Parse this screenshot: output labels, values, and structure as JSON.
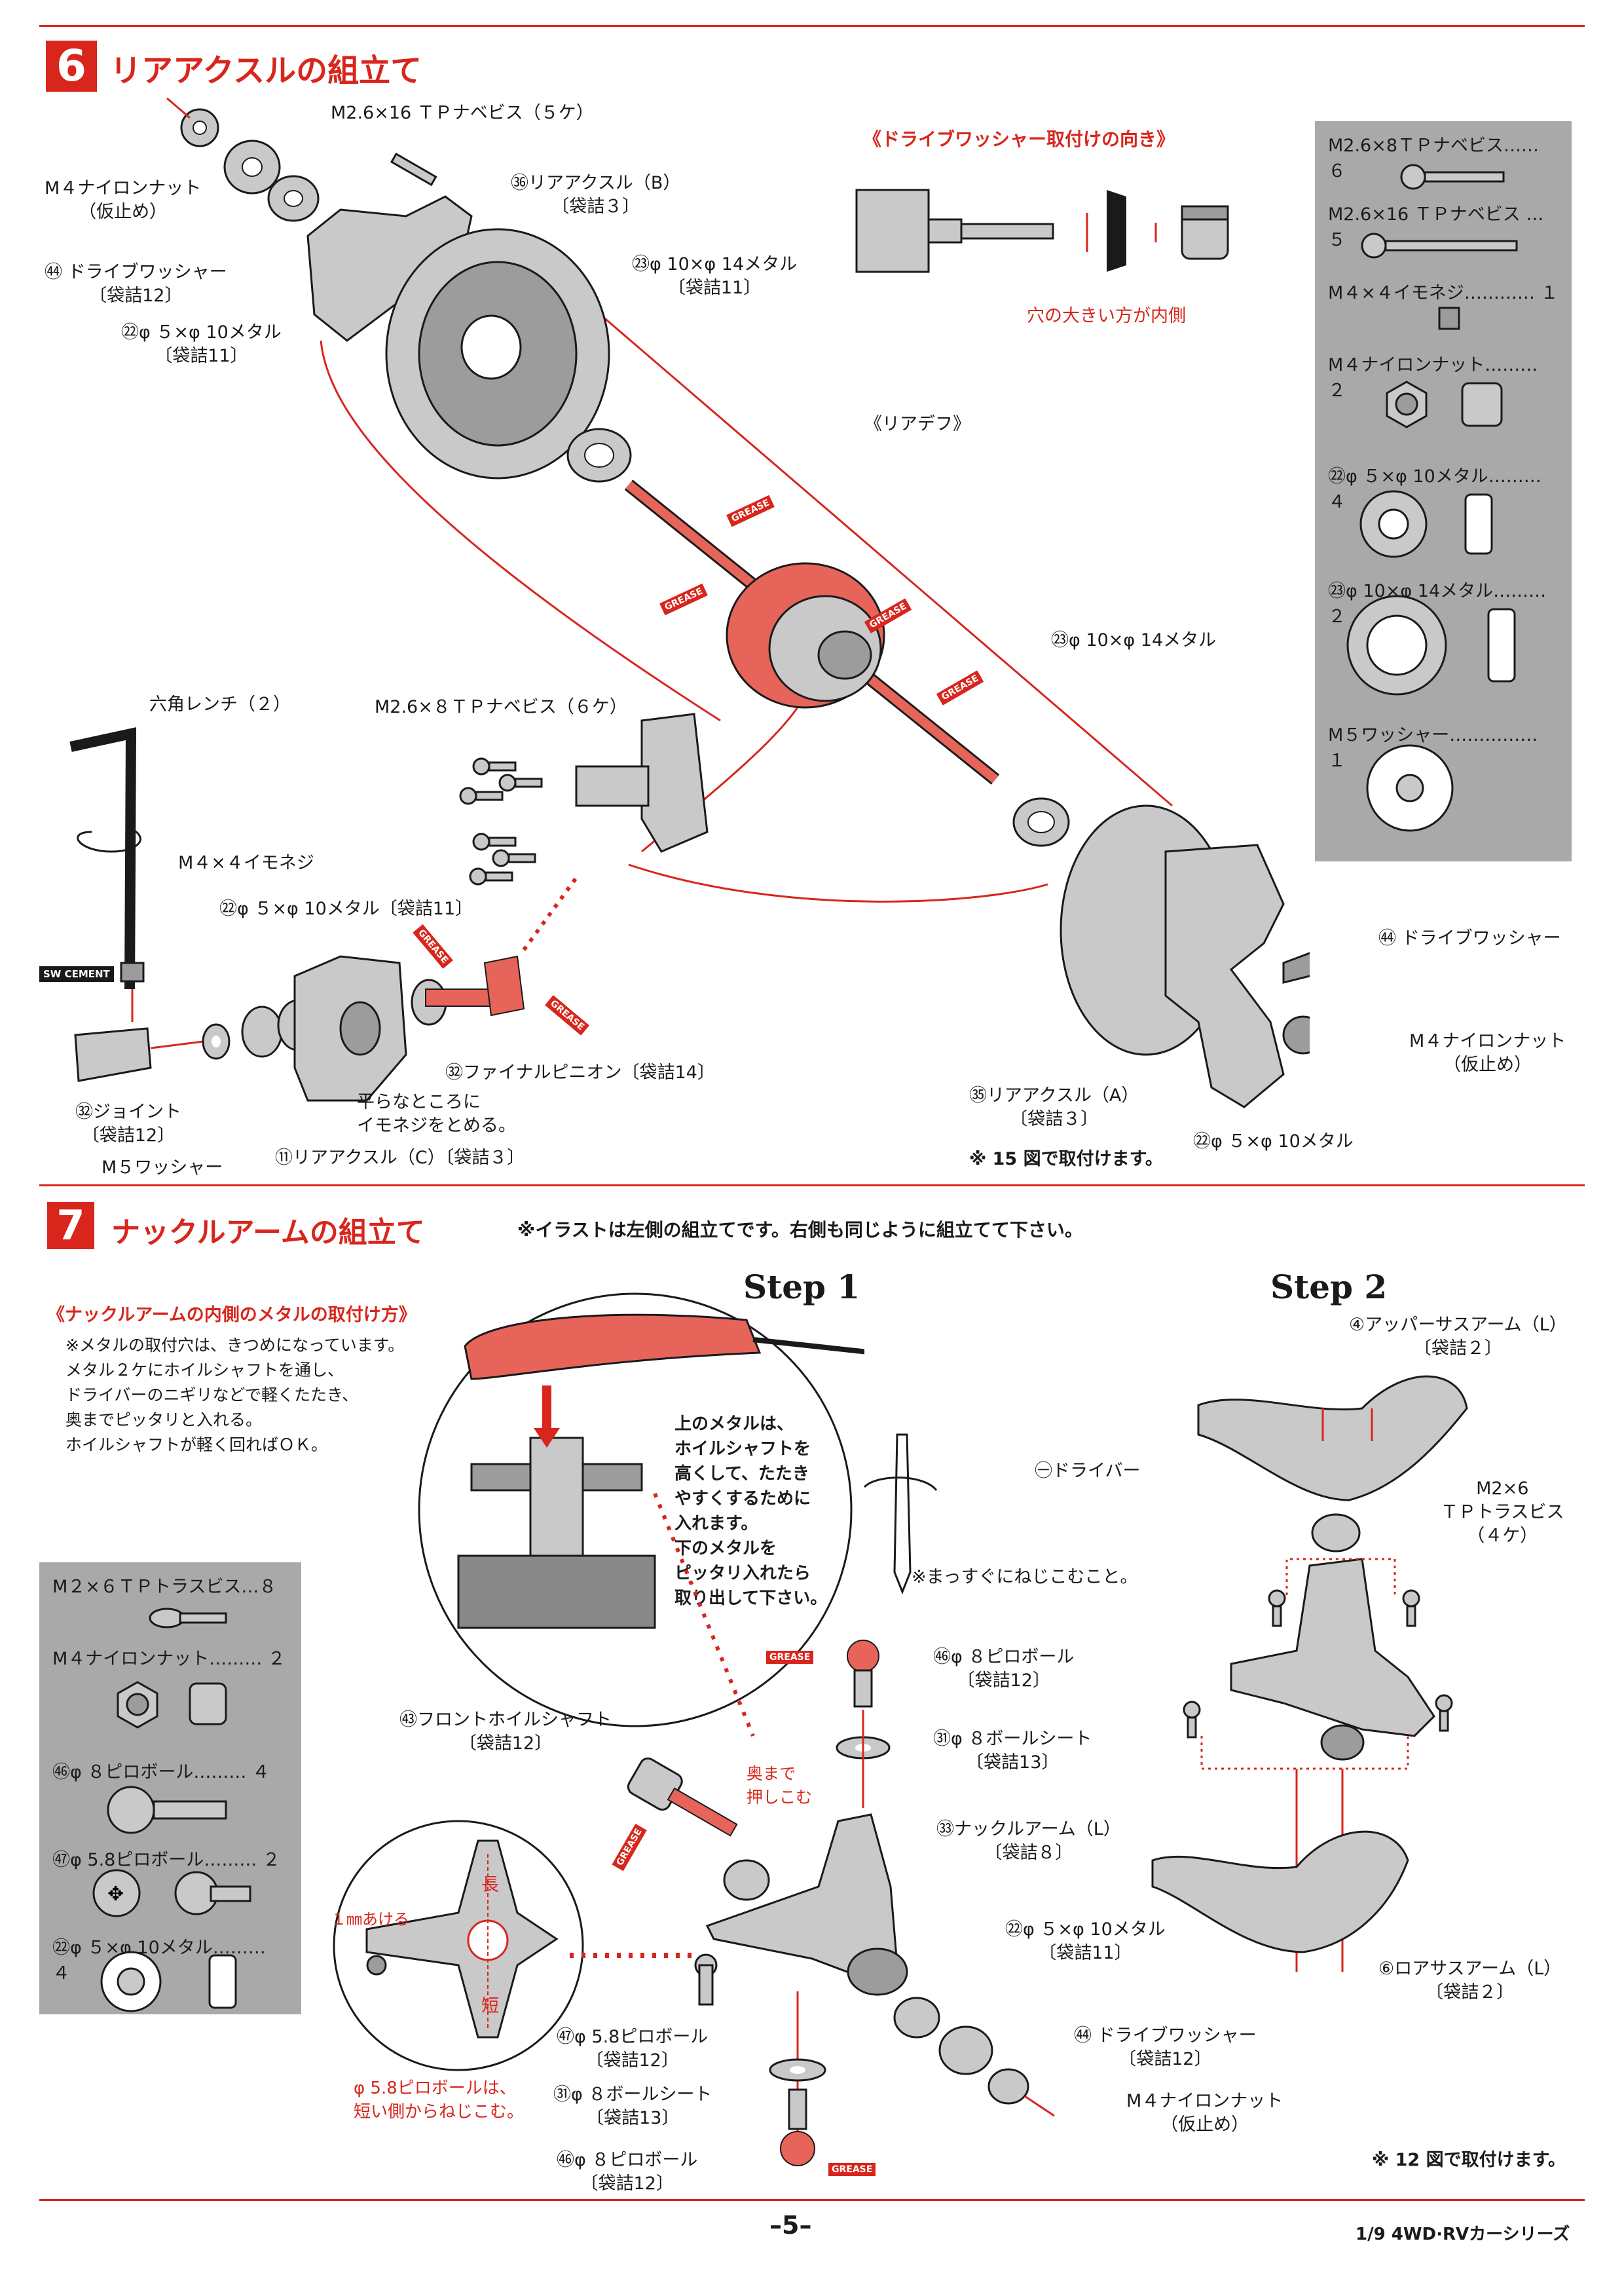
{
  "section6": {
    "number": "6",
    "title": "リアアクスルの組立て",
    "washer_note": {
      "title": "《ドライブワッシャー取付けの向き》",
      "caption": "穴の大きい方が内側"
    },
    "labels": {
      "m4_nut": "M４ナイロンナット",
      "m4_nut_sub": "（仮止め）",
      "drive_washer": "㊹ ドライブワッシャー",
      "drive_washer_sub": "〔袋詰12〕",
      "metal_72": "㉒φ ５×φ 10メタル",
      "metal_72_sub": "〔袋詰11〕",
      "screw_m26x16": "M2.6×16 ＴＰナベビス（５ケ）",
      "axle_b": "㊱リアアクスル（B）",
      "axle_b_sub": "〔袋詰３〕",
      "metal_73": "㉓φ 10×φ 14メタル",
      "metal_73_sub": "〔袋詰11〕",
      "rear_diff": "《リアデフ》",
      "metal_73_b": "㉓φ 10×φ 14メタル",
      "hex_wrench": "六角レンチ（２）",
      "screw_m26x8": "M2.6×８ＴＰナベビス（６ケ）",
      "set_screw": "M４×４イモネジ",
      "metal_72_b": "㉒φ ５×φ 10メタル〔袋詰11〕",
      "final_pinion": "㉜ファイナルピニオン〔袋詰14〕",
      "flat_note": "平らなところに\nイモネジをとめる。",
      "joint": "㉜ジョイント",
      "joint_sub": "〔袋詰12〕",
      "m5_washer": "M５ワッシャー",
      "axle_c": "⑪リアアクスル（C）〔袋詰３〕",
      "axle_a": "㉟リアアクスル（A）",
      "axle_a_sub": "〔袋詰３〕",
      "metal_72_c": "㉒φ ５×φ 10メタル",
      "drive_washer_b": "㊹ ドライブワッシャー",
      "m4_nut_b": "M４ナイロンナット",
      "m4_nut_b_sub": "（仮止め）",
      "attach_note": "※ 15 図で取付けます。",
      "sw_cement": "SW CEMENT"
    },
    "panel": [
      "M2.6×8ＴＰナベビス…… ６",
      "M2.6×16 ＴＰナベビス …５",
      "M４×４イモネジ………… １",
      "M４ナイロンナット……… ２",
      "㉒φ ５×φ 10メタル……… ４",
      "㉓φ 10×φ 14メタル……… ２",
      "M５ワッシャー…………… １"
    ]
  },
  "section7": {
    "number": "7",
    "title": "ナックルアームの組立て",
    "note": "※イラストは左側の組立てです。右側も同じように組立てて下さい。",
    "step1": "Step 1",
    "step2": "Step 2",
    "metal_guide": {
      "title": "《ナックルアームの内側のメタルの取付け方》",
      "text": "※メタルの取付穴は、きつめになっています。\nメタル２ケにホイルシャフトを通し、\nドライバーのニギリなどで軽くたたき、\n奥までピッタリと入れる。\nホイルシャフトが軽く回ればＯＫ。"
    },
    "circle_note": "上のメタルは、\nホイルシャフトを\n高くして、たたき\nやすくするために\n入れます。\n下のメタルを\nピッタリ入れたら\n取り出して下さい。",
    "labels": {
      "driver": "㊀ドライバー",
      "straight_note": "※まっすぐにねじこむこと。",
      "pillow_56": "㊻φ ８ピロボール",
      "pillow_56_sub": "〔袋詰12〕",
      "ball_seat_71": "㉛φ ８ボールシート",
      "ball_seat_71_sub": "〔袋詰13〕",
      "press_note": "奥まで\n押しこむ",
      "front_shaft": "㊸フロントホイルシャフト",
      "front_shaft_sub": "〔袋詰12〕",
      "knuckle": "㉝ナックルアーム（L）",
      "knuckle_sub": "〔袋詰８〕",
      "metal_72": "㉒φ ５×φ 10メタル",
      "metal_72_sub": "〔袋詰11〕",
      "drive_washer": "㊹ ドライブワッシャー",
      "drive_washer_sub": "〔袋詰12〕",
      "m4_nut": "M４ナイロンナット",
      "m4_nut_sub": "（仮止め）",
      "pillow_57": "㊼φ 5.8ピロボール",
      "pillow_57_sub": "〔袋詰12〕",
      "ball_seat_71_b": "㉛φ ８ボールシート",
      "ball_seat_71_b_sub": "〔袋詰13〕",
      "pillow_56_b": "㊻φ ８ピロボール",
      "pillow_56_b_sub": "〔袋詰12〕",
      "gap_note": "１㎜あける",
      "long": "長",
      "short": "短",
      "pillow_note": "φ 5.8ピロボールは、\n短い側からねじこむ。",
      "upper_arm": "④アッパーサスアーム（L）",
      "upper_arm_sub": "〔袋詰２〕",
      "screw_m2x6": "M2×6\nＴＰトラスビス\n（４ケ）",
      "lower_arm": "⑥ロアサスアーム（L）",
      "lower_arm_sub": "〔袋詰２〕",
      "attach_note": "※ 12 図で取付けます。",
      "grease": "GREASE"
    },
    "panel": [
      "M２×６ＴＰトラスビス…８",
      "M４ナイロンナット……… ２",
      "㊻φ ８ピロボール……… ４",
      "㊼φ 5.8ピロボール……… ２",
      "㉒φ ５×φ 10メタル……… ４"
    ]
  },
  "footer": {
    "page": "–5–",
    "series": "1/9 4WD·RVカーシリーズ"
  }
}
